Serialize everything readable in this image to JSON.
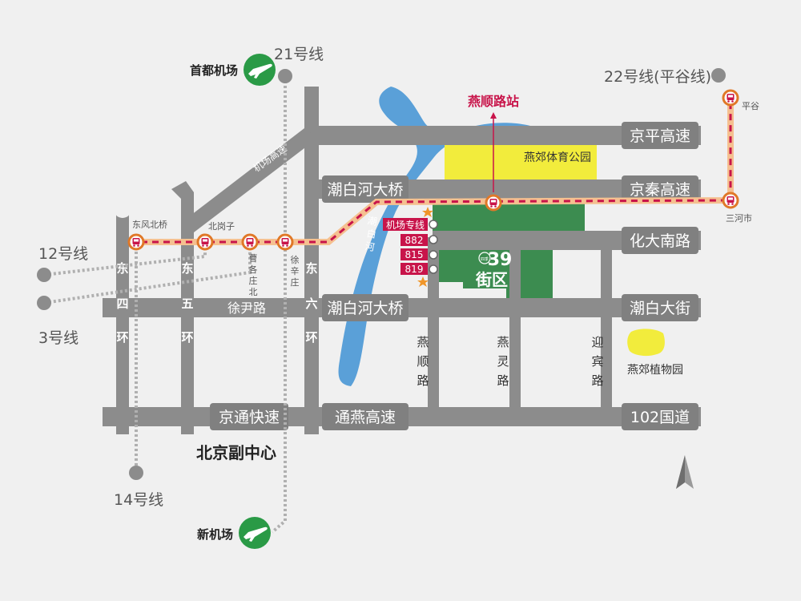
{
  "colors": {
    "background": "#f0f0f0",
    "road": "#8c8c8c",
    "road_label_bg": "#808080",
    "road_label_text": "#ffffff",
    "river": "#5aa0d8",
    "park": "#f2ec3c",
    "project": "#3c8c50",
    "metro_line": "#f5c090",
    "metro_dash": "#c8144a",
    "station_ring": "#e07828",
    "plane_circle": "#2a9a46",
    "bus_tag": "#c8144a",
    "pin": "#c8144a",
    "text_dark": "#222222",
    "text_gray": "#555555"
  },
  "highways": {
    "jingping": "京平高速",
    "jingqin": "京秦高速",
    "huadanan": "化大南路",
    "chaobai_st": "潮白大街",
    "guodao102": "102国道",
    "chaobai_bridge_top": "潮白河大桥",
    "chaobai_bridge_mid": "潮白河大桥",
    "jingtong": "京通快速",
    "tongyan": "通燕高速",
    "xuyin": "徐尹路",
    "airport_expy": "机场高速"
  },
  "ring_roads": {
    "east4": [
      "东",
      "四",
      "环"
    ],
    "east5": [
      "东",
      "五",
      "环"
    ],
    "east6": [
      "东",
      "六",
      "环"
    ]
  },
  "local_roads": {
    "yanshun": [
      "燕",
      "顺",
      "路"
    ],
    "yanling": [
      "燕",
      "灵",
      "路"
    ],
    "yingbin": [
      "迎",
      "宾",
      "路"
    ]
  },
  "metro": {
    "line12": "12号线",
    "line3": "3号线",
    "line14": "14号线",
    "line21": "21号线",
    "line22": "22号线(平谷线)",
    "stations": {
      "dongfeng_beiqiao": "东风北桥",
      "beigangzi": "北岗子",
      "caogezhuang_bei": [
        "曹",
        "各",
        "庄",
        "北"
      ],
      "xuxinzhuang": [
        "徐",
        "辛",
        "庄"
      ],
      "pinggu": "平谷",
      "sanhe": "三河市"
    }
  },
  "airports": {
    "capital": "首都机场",
    "new": "新机场"
  },
  "places": {
    "yanshunlu_station": "燕顺路站",
    "sports_park": "燕郊体育公园",
    "botanical_garden": "燕郊植物园",
    "sub_center": "北京副中心",
    "river": [
      "潮",
      "白",
      "河"
    ]
  },
  "bus": {
    "airport_line": "机场专线",
    "routes": [
      "882",
      "815",
      "819"
    ]
  },
  "project": {
    "small": "四季",
    "num": "39",
    "name": "街区"
  }
}
